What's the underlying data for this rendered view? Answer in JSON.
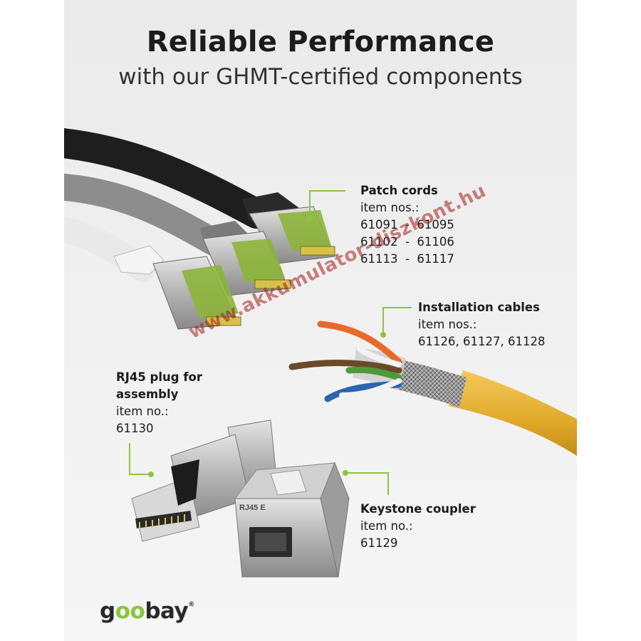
{
  "header": {
    "title": "Reliable Performance",
    "subtitle": "with our GHMT-certified components"
  },
  "labels": {
    "patch": {
      "title": "Patch cords",
      "lines": [
        "item nos.:",
        "61091  -  61095",
        "61102  -  61106",
        "61113  -  61117"
      ]
    },
    "install": {
      "title": "Installation cables",
      "lines": [
        "item nos.:",
        "61126, 61127, 61128"
      ]
    },
    "rj45": {
      "title_lines": [
        "RJ45 plug for",
        "assembly"
      ],
      "lines": [
        "item no.:",
        "61130"
      ]
    },
    "keystone": {
      "title": "Keystone coupler",
      "lines": [
        "item no.:",
        "61129"
      ]
    }
  },
  "keystone_marking": "RJ45 E",
  "watermark": "www.akkumulator-diszkont.hu",
  "brand": {
    "prefix": "g",
    "oo": "oo",
    "suffix": "bay",
    "mark": "®"
  },
  "colors": {
    "accent": "#8bc53f",
    "cable_black": "#1e1e1e",
    "cable_grey": "#8d8d8d",
    "cable_white": "#e9e9e9",
    "cable_yellow": "#e8b530",
    "metal": "#b9b9b9"
  }
}
